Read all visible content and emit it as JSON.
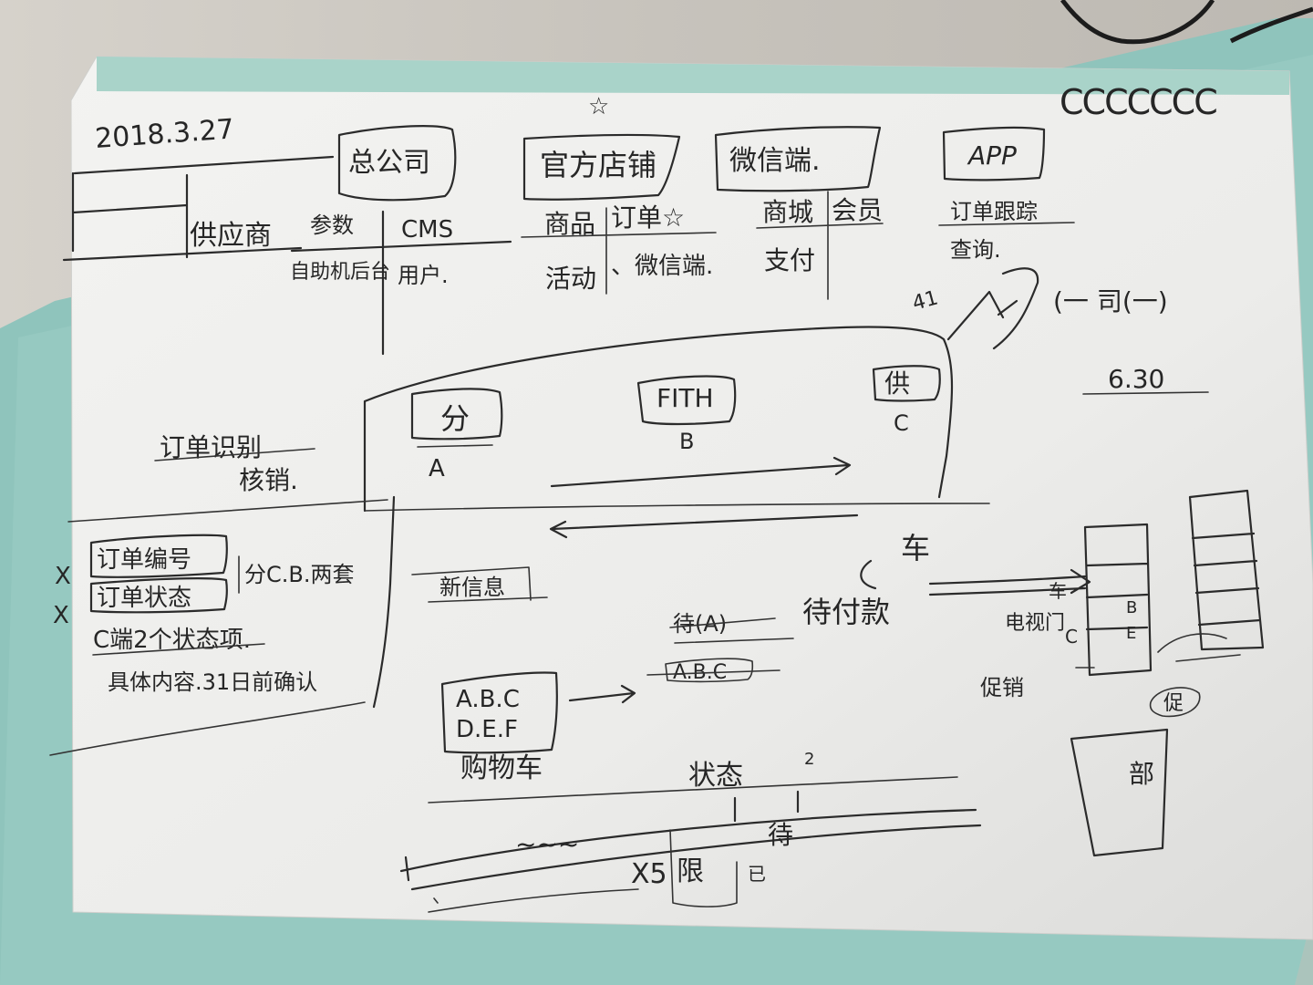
{
  "colors": {
    "background_table": "#c9c5be",
    "teal_sheet": "#9fd0c8",
    "tape": "#a9d3c9",
    "paper": "#f4f4f2",
    "ink": "#2b2b2b"
  },
  "note": {
    "date": "2018.3.27",
    "top_right_marks": "CCCCCCC",
    "left_block": {
      "supplier": "供应商",
      "head_office": "总公司",
      "param": "参数",
      "cms": "CMS",
      "self_service": "自助机后台",
      "users": "用户."
    },
    "official_store": {
      "title": "官方店铺",
      "star": "☆",
      "goods": "商品",
      "orders": "订单☆",
      "activities": "活动",
      "wechat_link": "、微信端."
    },
    "wechat": {
      "title": "微信端.",
      "mall": "商城",
      "members": "会员",
      "pay": "支付"
    },
    "app": {
      "title": "APP",
      "order_tracking": "订单跟踪",
      "query": "查询."
    },
    "arrow_note": {
      "label_41": "41",
      "bracket": "(一 司(一)",
      "date_630": "6.30"
    },
    "flow": {
      "box_a": "分",
      "label_a": "A",
      "box_b": "FITH",
      "label_b": "B",
      "box_c": "供",
      "label_c": "C"
    },
    "order_check": {
      "title": "订单识别",
      "subtitle": "核销.",
      "row1": "订单编号",
      "row2": "订单状态",
      "side_note": "分C.B.两套",
      "c_note": "C端2个状态项.",
      "detail_note": "具体内容.31日前确认"
    },
    "lower_center": {
      "new_info": "新信息",
      "struck_text": "待(A)",
      "pending_payment": "待付款",
      "struck_abc": "A.B.C",
      "cart_items_1": "A.B.C",
      "cart_items_2": "D.E.F",
      "cart": "购物车",
      "status": "状态",
      "status_sup": "2",
      "squiggle": "~~~",
      "x5": "X5",
      "limited": "限",
      "pending_char": "待",
      "small_char": "已"
    },
    "lower_right": {
      "cart_char": "车",
      "label1": "车",
      "label2": "电视门",
      "label3": "C",
      "label4": "促销",
      "col_b": "B",
      "col_e": "E",
      "bubble": "促",
      "bottom_label": "部"
    }
  }
}
